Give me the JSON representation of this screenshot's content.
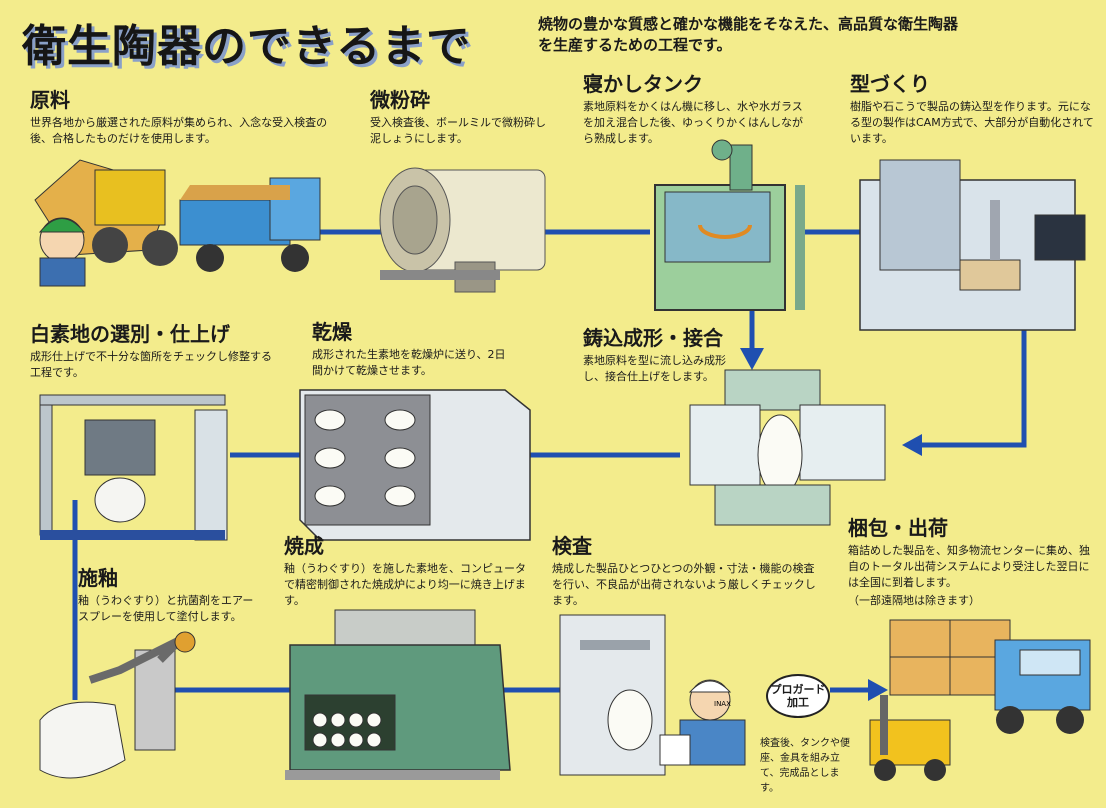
{
  "header": {
    "title": "衛生陶器のできるまで",
    "subtitle": "焼物の豊かな質感と確かな機能をそなえた、高品質な衛生陶器を生産するための工程です。"
  },
  "steps": {
    "raw": {
      "title": "原料",
      "text": "世界各地から厳選された原料が集められ、入念な受入検査の後、合格したものだけを使用します。"
    },
    "mill": {
      "title": "微粉砕",
      "text": "受入検査後、ボールミルで微粉砕し泥しょうにします。"
    },
    "tank": {
      "title": "寝かしタンク",
      "text": "素地原料をかくはん機に移し、水や水ガラスを加え混合した後、ゆっくりかくはんしながら熟成します。"
    },
    "mold": {
      "title": "型づくり",
      "text": "樹脂や石こうで製品の鋳込型を作ります。元になる型の製作はCAM方式で、大部分が自動化されています。"
    },
    "select": {
      "title": "白素地の選別・仕上げ",
      "text": "成形仕上げで不十分な箇所をチェックし修整する工程です。"
    },
    "dry": {
      "title": "乾燥",
      "text": "成形された生素地を乾燥炉に送り、2日間かけて乾燥させます。"
    },
    "cast": {
      "title": "鋳込成形・接合",
      "text": "素地原料を型に流し込み成形し、接合仕上げをします。"
    },
    "glaze": {
      "title": "施釉",
      "text": "釉（うわぐすり）と抗菌剤をエアースプレーを使用して塗付します。"
    },
    "fire": {
      "title": "焼成",
      "text": "釉（うわぐすり）を施した素地を、コンピュータで精密制御された焼成炉により均一に焼き上げます。"
    },
    "inspect": {
      "title": "検査",
      "text": "焼成した製品ひとつひとつの外観・寸法・機能の検査を行い、不良品が出荷されないよう厳しくチェックします。"
    },
    "ship": {
      "title": "梱包・出荷",
      "text": "箱詰めした製品を、知多物流センターに集め、独自のトータル出荷システムにより受注した翌日には全国に到着します。",
      "note": "（一部遠隔地は除きます）"
    }
  },
  "sticker": "プロガード加工",
  "sticker_note": "検査後、タンクや便座、金具を組み立て、完成品とします。",
  "illustration_labels": {
    "inax": "INAX"
  },
  "colors": {
    "background": "#f3ec8c",
    "flow_line": "#1f4fb0",
    "green": "#9ccf9c",
    "truck": "#3c8fd0",
    "machine": "#d9e3ea"
  }
}
